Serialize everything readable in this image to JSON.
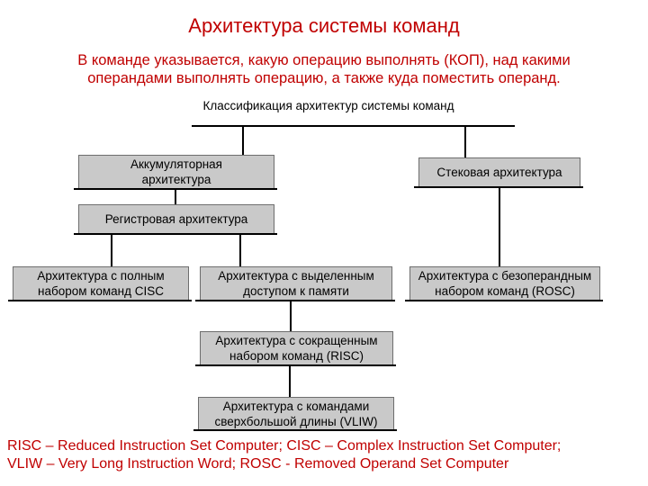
{
  "page": {
    "title": "Архитектура системы команд",
    "intro": {
      "line1": "В команде указывается, какую операцию выполнять (КОП), над какими",
      "line2": "операндами выполнять операцию, а также куда поместить операнд."
    },
    "footer": {
      "line1": "RISC – Reduced Instruction Set Computer; CISC – Complex Instruction Set Computer;",
      "line2": "VLIW – Very Long Instruction Word; ROSC - Removed Operand Set Computer"
    }
  },
  "colors": {
    "accent_text": "#c00000",
    "node_fill": "#c9c9c9",
    "node_border": "#6e6e6e",
    "connector": "#000000",
    "background": "#ffffff"
  },
  "diagram": {
    "root_label": "Классификация архитектур системы команд",
    "nodes": {
      "accumulator": {
        "line1": "Аккумуляторная",
        "line2": "архитектура"
      },
      "stack": {
        "line1": "Стековая архитектура"
      },
      "register": {
        "line1": "Регистровая архитектура"
      },
      "cisc": {
        "line1": "Архитектура с полным",
        "line2": "набором команд CISC"
      },
      "memory_access": {
        "line1": "Архитектура с выделенным",
        "line2": "доступом к памяти"
      },
      "rosc": {
        "line1": "Архитектура с безоперандным",
        "line2": "набором команд (ROSC)"
      },
      "risc": {
        "line1": "Архитектура с сокращенным",
        "line2": "набором команд (RISC)"
      },
      "vliw": {
        "line1": "Архитектура с командами",
        "line2": "сверхбольшой длины (VLIW)"
      }
    }
  }
}
